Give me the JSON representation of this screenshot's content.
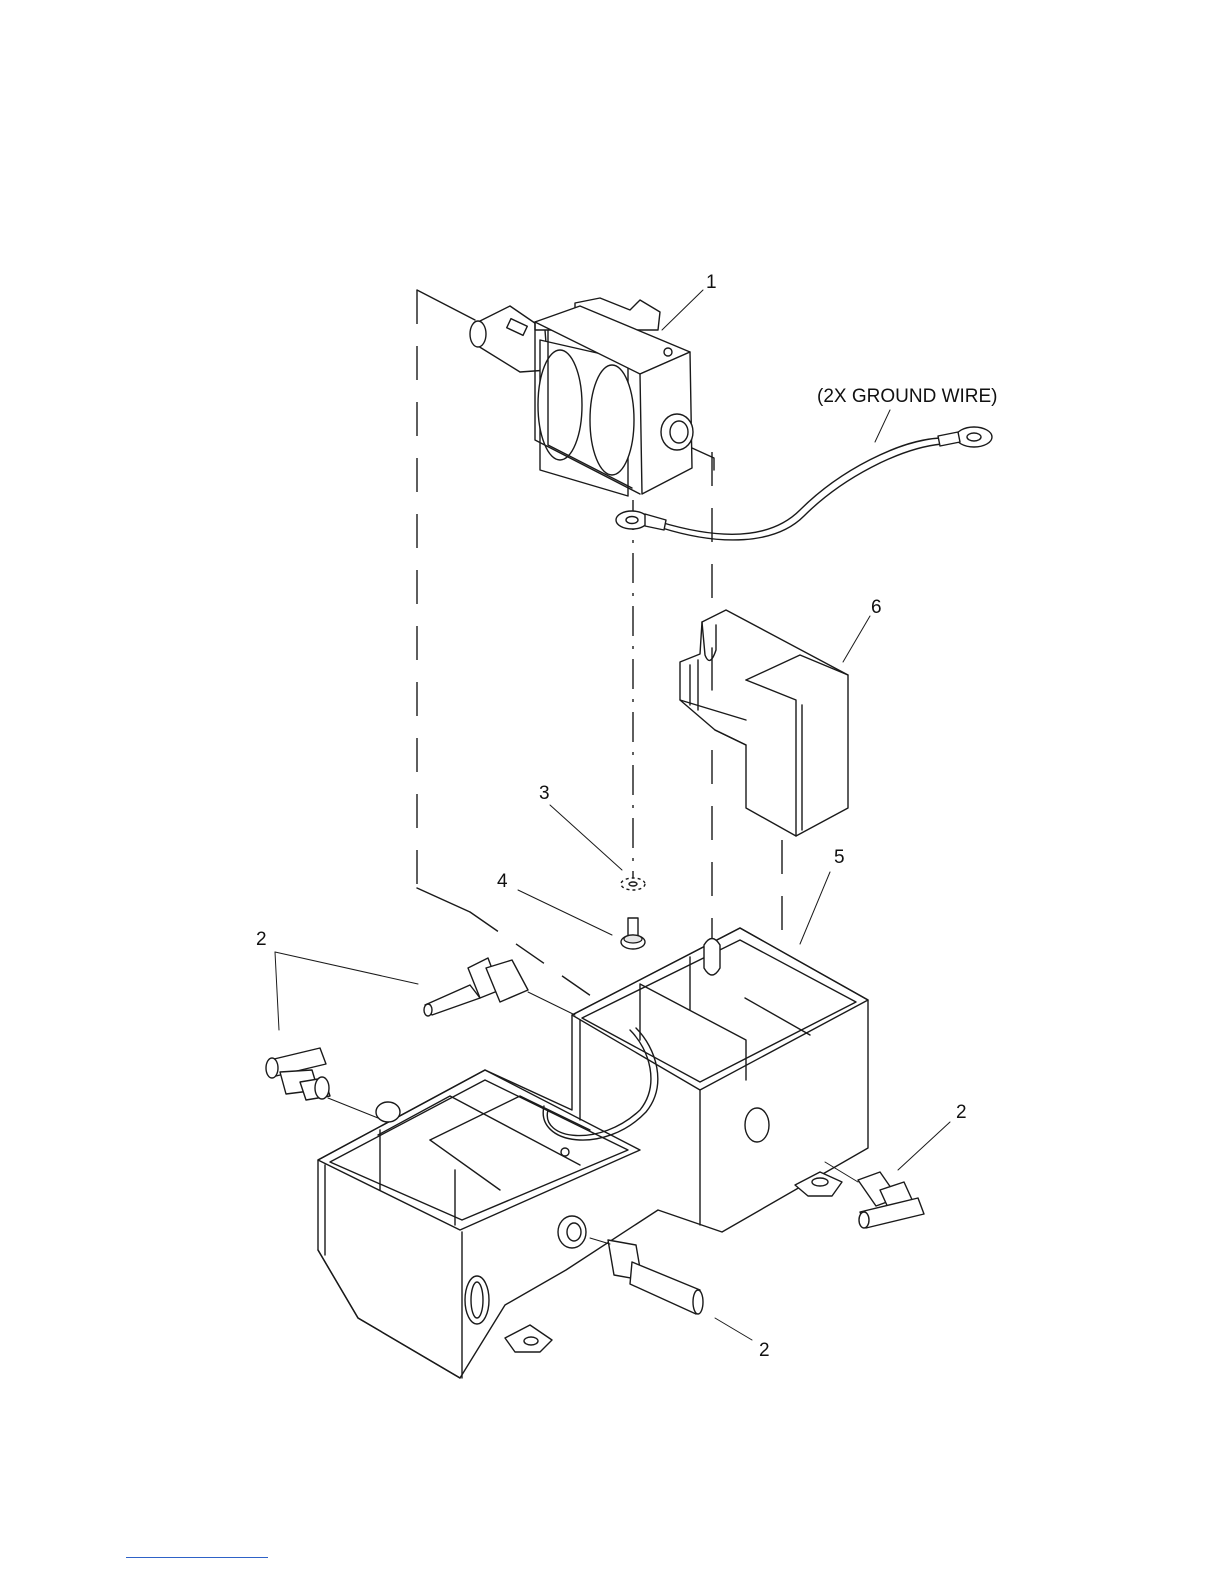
{
  "callouts": {
    "item1": "1",
    "item2a": "2",
    "item2b": "2",
    "item2c": "2",
    "item3": "3",
    "item4": "4",
    "item5": "5",
    "item6": "6",
    "ground_wire": "(2X GROUND WIRE)"
  }
}
